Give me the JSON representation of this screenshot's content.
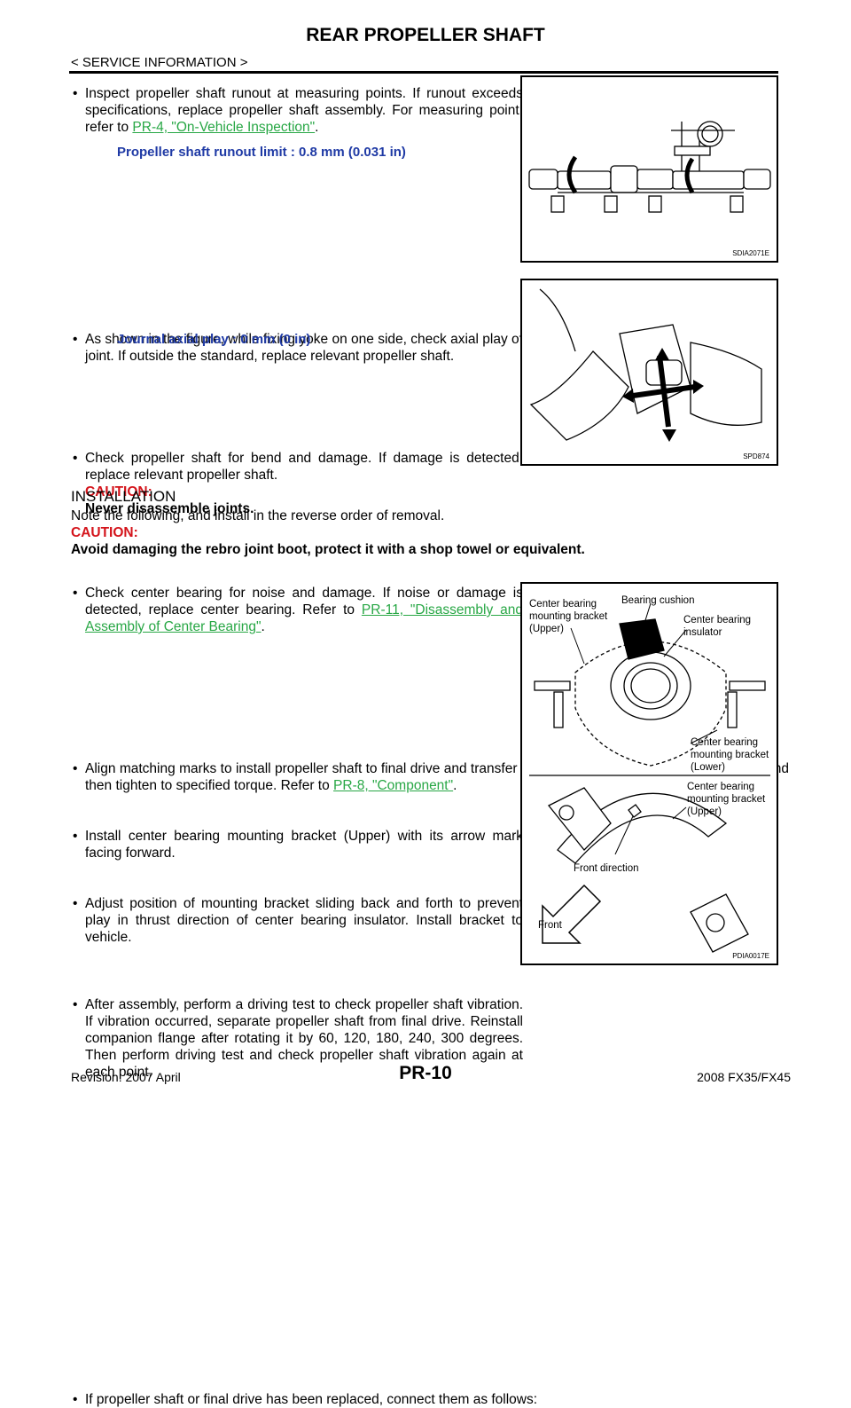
{
  "header": {
    "title": "REAR PROPELLER SHAFT",
    "section": "< SERVICE INFORMATION >"
  },
  "runout": {
    "bullet_pre": "Inspect propeller shaft runout at measuring points. If runout exceeds specifications, replace propeller shaft assembly. For measuring point, refer to ",
    "link": "PR-4, \"On-Vehicle Inspection\"",
    "bullet_post": ".",
    "spec": "Propeller shaft runout limit    : 0.8 mm (0.031 in)",
    "figure_id": "SDIA2071E"
  },
  "axial": {
    "bullet": "As shown in the figure, while fixing yoke on one side, check axial play of joint. If outside the standard, replace relevant propeller shaft.",
    "spec": "Journal axial play      : 0 mm (0 in)",
    "figure_id": "SPD874"
  },
  "bend": {
    "bullet": "Check propeller shaft for bend and damage. If damage is detected, replace relevant propeller shaft.",
    "caution_label": "CAUTION:",
    "caution_text": "Never disassemble joints."
  },
  "center_bearing": {
    "bullet_pre": "Check center bearing for noise and damage. If noise or damage is detected, replace center bearing. Refer to ",
    "link": "PR-11, \"Disassembly and Assembly of Center Bearing\"",
    "bullet_post": "."
  },
  "installation": {
    "heading": "INSTALLATION",
    "intro": "Note the following, and install in the reverse order of removal.",
    "caution_label": "CAUTION:",
    "caution_text": "Avoid damaging the rebro joint boot, protect it with a shop towel or equivalent.",
    "align_pre": "Align matching marks to install propeller shaft to final drive and transfer (AWD models only) companion flanges, and then tighten to specified torque. Refer to ",
    "align_link": "PR-8, \"Component\"",
    "align_post": ".",
    "bullets": [
      "Install center bearing mounting bracket (Upper) with its arrow mark facing forward.",
      "Adjust position of mounting bracket sliding back and forth to prevent play in thrust direction of center bearing insulator. Install bracket to vehicle.",
      "After assembly, perform a driving test to check propeller shaft vibration. If vibration occurred, separate propeller shaft from final drive. Reinstall companion flange after rotating it by 60, 120, 180, 240, 300 degrees. Then perform driving test and check propeller shaft vibration again at each point."
    ],
    "final_bullet": "If propeller shaft or final drive has been replaced, connect them as follows:"
  },
  "bracket_figure": {
    "labels": {
      "cb_mounting_upper_top": "Center bearing mounting bracket (Upper)",
      "bearing_cushion": "Bearing cushion",
      "cb_insulator": "Center bearing insulator",
      "cb_mounting_lower": "Center bearing mounting bracket (Lower)",
      "cb_mounting_upper_bottom": "Center bearing mounting bracket (Upper)",
      "front_direction": "Front direction",
      "front": "Front"
    },
    "figure_id": "PDIA0017E"
  },
  "footer": {
    "revision": "Revision: 2007 April",
    "page": "PR-10",
    "model": "2008 FX35/FX45"
  }
}
